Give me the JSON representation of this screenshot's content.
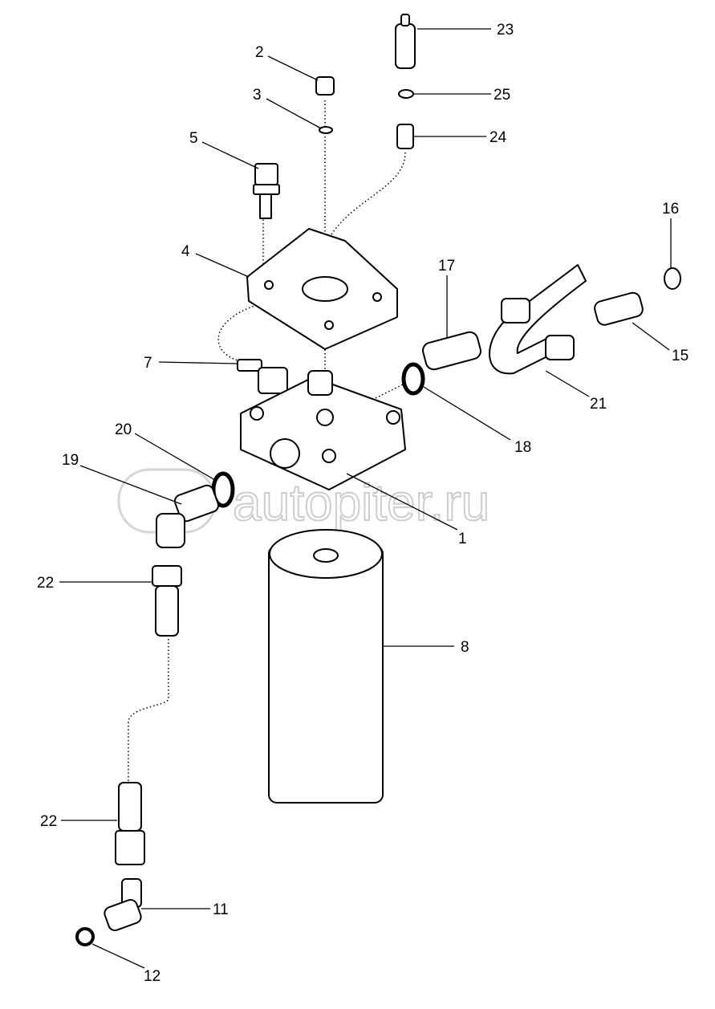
{
  "diagram": {
    "watermark": "autopiter.ru",
    "callouts": {
      "c23": "23",
      "c2": "2",
      "c25": "25",
      "c3": "3",
      "c24": "24",
      "c5": "5",
      "c16": "16",
      "c4": "4",
      "c17": "17",
      "c15": "15",
      "c7": "7",
      "c21": "21",
      "c20": "20",
      "c18": "18",
      "c19": "19",
      "c1": "1",
      "c22a": "22",
      "c8": "8",
      "c22b": "22",
      "c11": "11",
      "c12": "12"
    }
  }
}
